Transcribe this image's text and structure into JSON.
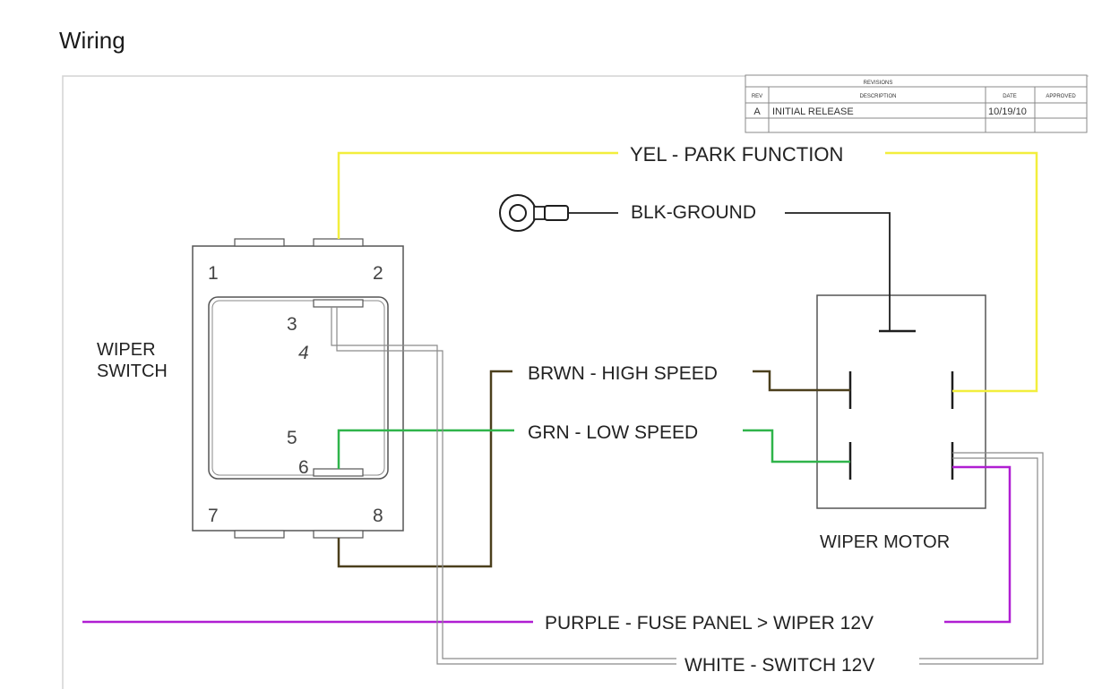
{
  "heading": "Wiring",
  "revisions": {
    "title": "REVISIONS",
    "col_rev": "REV",
    "col_description": "DESCRIPTION",
    "col_date": "DATE",
    "col_approved": "APPROVED",
    "rows": [
      {
        "rev": "A",
        "description": "INITIAL RELEASE",
        "date": "10/19/10",
        "approved": ""
      }
    ]
  },
  "switch": {
    "label_line1": "WIPER",
    "label_line2": "SWITCH",
    "pins": [
      "1",
      "2",
      "3",
      "4",
      "5",
      "6",
      "7",
      "8"
    ]
  },
  "motor": {
    "label": "WIPER MOTOR"
  },
  "wires": {
    "park": "YEL - PARK FUNCTION",
    "ground": "BLK-GROUND",
    "high": "BRWN - HIGH SPEED",
    "low": "GRN - LOW SPEED",
    "power": "PURPLE - FUSE PANEL > WIPER 12V",
    "switch12v": "WHITE - SWITCH 12V"
  },
  "colors": {
    "yellow": "#f2ee3c",
    "black": "#1e1e1e",
    "brown": "#4b3f1c",
    "green": "#2fb44a",
    "purple": "#b01ed2",
    "white_wire": "#8a8a8a",
    "outline": "#555555"
  }
}
